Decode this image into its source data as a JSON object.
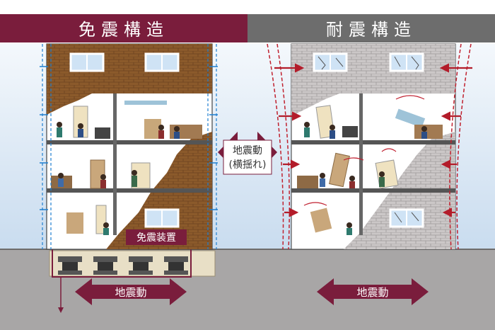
{
  "left_panel": {
    "title": "免震構造",
    "device_label": "免震装置",
    "ground_motion_label": "地震動"
  },
  "right_panel": {
    "title": "耐震構造",
    "ground_motion_label": "地震動"
  },
  "center": {
    "line1": "地震動",
    "line2": "(横揺れ)"
  },
  "colors": {
    "left_header": "#7a1d3c",
    "right_header": "#6d6d6d",
    "brick_brown": "#8b5a2b",
    "brick_gray": "#c8c4c4",
    "arrow_maroon": "#7a1d3c",
    "arrow_blue": "#1e7fd0",
    "ground": "#a8a6a6",
    "sky": "#dbe8f5"
  }
}
